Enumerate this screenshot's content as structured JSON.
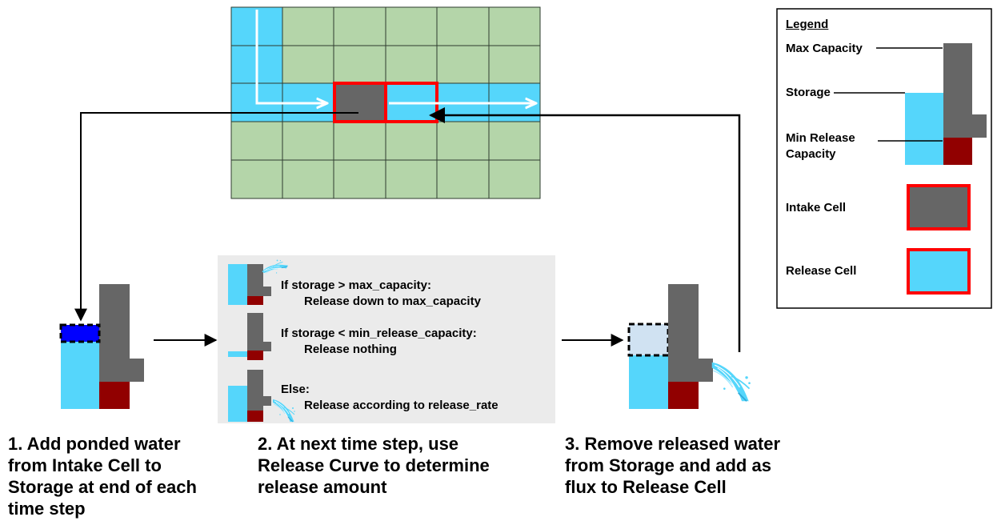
{
  "colors": {
    "water": "#55d6fb",
    "land": "#b4d5a9",
    "reservoir": "#666666",
    "min_release": "#910000",
    "cell_border": "#ff0000",
    "ponded": "#0000ff",
    "removed": "#d0e2f2",
    "panel": "#ebebeb"
  },
  "icons": [
    "flow-arrow-icon",
    "water-splash-icon",
    "reservoir-icon"
  ],
  "legend": {
    "title": "Legend",
    "items": {
      "max_capacity": "Max Capacity",
      "storage": "Storage",
      "min_release": "Min Release Capacity",
      "intake": "Intake Cell",
      "release": "Release Cell"
    }
  },
  "rules": [
    {
      "condition": "If storage > max_capacity:",
      "action": "Release down to max_capacity"
    },
    {
      "condition": "If storage < min_release_capacity:",
      "action": "Release nothing"
    },
    {
      "condition": "Else:",
      "action": "Release according to release_rate"
    }
  ],
  "steps": [
    "1. Add ponded water from Intake Cell to Storage at end of each time step",
    "2. At next time step, use Release Curve to determine release amount",
    "3. Remove released water from Storage and add as flux to Release Cell"
  ]
}
